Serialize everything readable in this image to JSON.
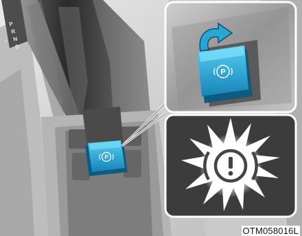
{
  "figure": {
    "code": "OTM058016L"
  },
  "gear_indicator": [
    "P",
    "R",
    "N",
    "D",
    "+",
    "-"
  ],
  "icons": {
    "parking_brake_switch": "epb-switch-icon",
    "pull_arrow": "curved-arrow-icon",
    "warning_light": "brake-warning-light-icon"
  },
  "colors": {
    "switch_blue": "#2aa6d6",
    "highlight_cyan": "#45c8ee",
    "console_dark": "#3b3b3b",
    "console_mid": "#8a8a8a",
    "frame_light": "#d6d6d6"
  }
}
